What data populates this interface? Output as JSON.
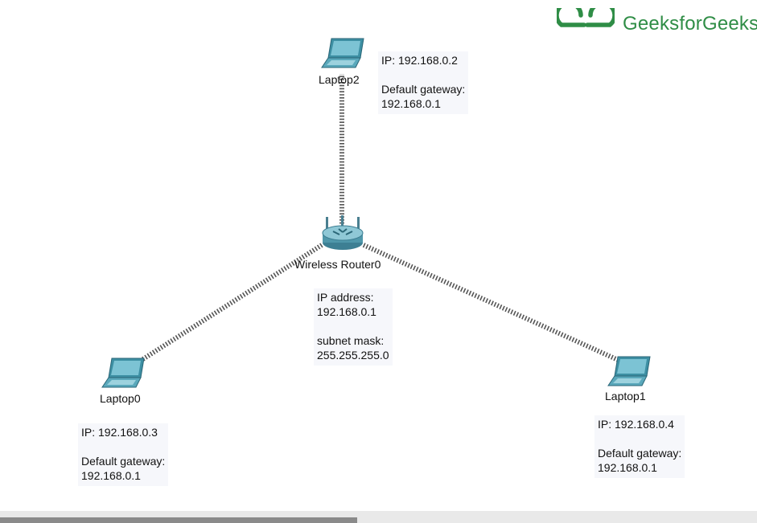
{
  "brand": {
    "name": "GeeksforGeeks",
    "color": "#2f8d46",
    "icon": "gfg-logo-icon"
  },
  "devices": {
    "router": {
      "label": "Wireless Router0",
      "icon": "wireless-router-icon"
    },
    "laptop0": {
      "label": "Laptop0",
      "icon": "laptop-icon"
    },
    "laptop1": {
      "label": "Laptop1",
      "icon": "laptop-icon"
    },
    "laptop2": {
      "label": "Laptop2",
      "icon": "laptop-icon"
    }
  },
  "notes": {
    "router": {
      "ip_label": "IP address:",
      "ip_value": "192.168.0.1",
      "mask_label": "subnet mask:",
      "mask_value": "255.255.255.0"
    },
    "laptop0": {
      "ip": "IP: 192.168.0.3",
      "gateway_label": "Default gateway:",
      "gateway_value": "192.168.0.1"
    },
    "laptop1": {
      "ip": "IP: 192.168.0.4",
      "gateway_label": "Default gateway:",
      "gateway_value": "192.168.0.1"
    },
    "laptop2": {
      "ip": "IP: 192.168.0.2",
      "gateway_label": "Default gateway:",
      "gateway_value": "192.168.0.1"
    }
  },
  "links": [
    {
      "from": "router",
      "to": "laptop2",
      "type": "wireless"
    },
    {
      "from": "router",
      "to": "laptop0",
      "type": "wireless"
    },
    {
      "from": "router",
      "to": "laptop1",
      "type": "wireless"
    }
  ],
  "colors": {
    "link": "#555555",
    "device_teal": "#3d8fa3",
    "note_background": "#f6f7fb"
  }
}
